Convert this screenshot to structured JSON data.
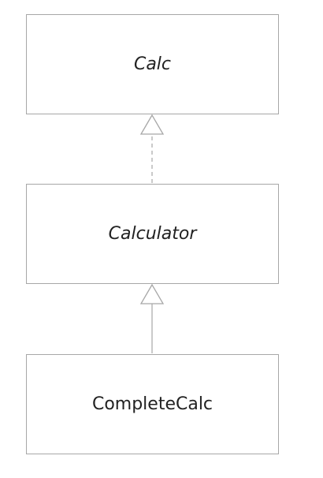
{
  "diagram": {
    "classes": [
      {
        "id": "calc",
        "name": "Calc",
        "abstract": true
      },
      {
        "id": "calculator",
        "name": "Calculator",
        "abstract": true
      },
      {
        "id": "completecalc",
        "name": "CompleteCalc",
        "abstract": false
      }
    ],
    "relations": [
      {
        "from": "Calculator",
        "to": "Calc",
        "kind": "realization"
      },
      {
        "from": "CompleteCalc",
        "to": "Calculator",
        "kind": "generalization"
      }
    ],
    "colors": {
      "border": "#a7a7a7",
      "text": "#222222",
      "background": "#ffffff"
    }
  }
}
